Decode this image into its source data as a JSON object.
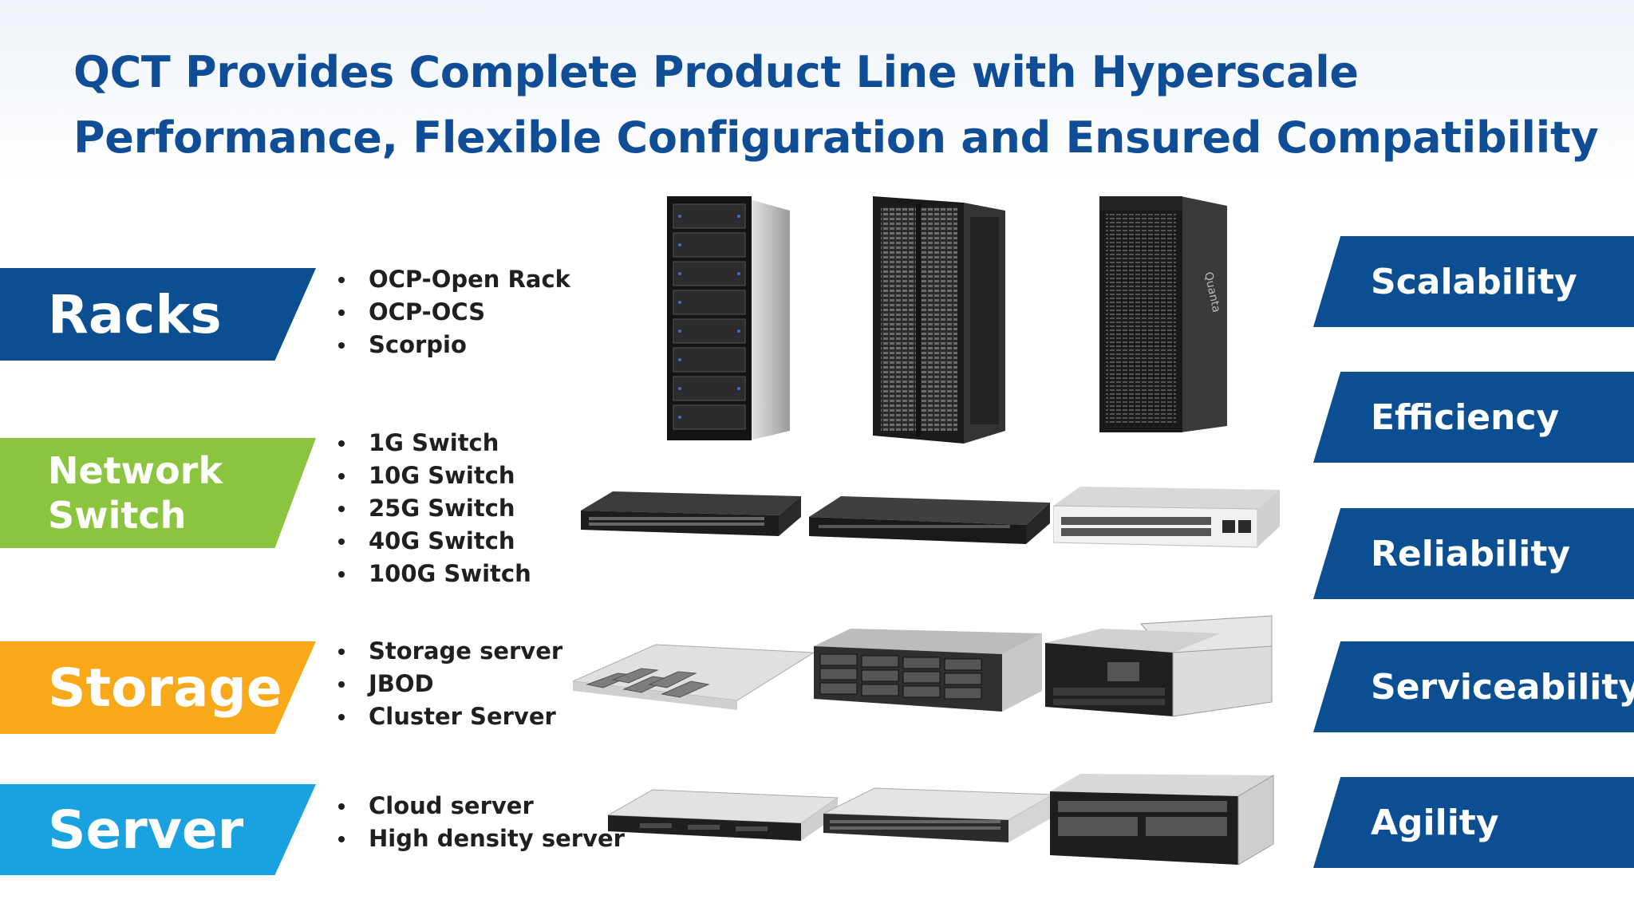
{
  "title": {
    "line1": "QCT Provides Complete Product Line with Hyperscale",
    "line2": "Performance, Flexible Configuration and Ensured Compatibility"
  },
  "categories": [
    {
      "label": "Racks",
      "color": "#0b4f92",
      "items": [
        "OCP-Open Rack",
        "OCP-OCS",
        "Scorpio"
      ]
    },
    {
      "label_line1": "Network",
      "label_line2": "Switch",
      "color": "#8bc53f",
      "items": [
        "1G Switch",
        "10G Switch",
        "25G Switch",
        "40G Switch",
        "100G Switch"
      ]
    },
    {
      "label": "Storage",
      "color": "#f9a81a",
      "items": [
        "Storage server",
        "JBOD",
        "Cluster Server"
      ]
    },
    {
      "label": "Server",
      "color": "#19a1e0",
      "items": [
        "Cloud server",
        "High density server"
      ]
    }
  ],
  "qualities": [
    "Scalability",
    "Efficiency",
    "Reliability",
    "Serviceability",
    "Agility"
  ],
  "product_images": [
    {
      "icon": "open-rack-image"
    },
    {
      "icon": "ocs-rack-image"
    },
    {
      "icon": "scorpio-rack-image",
      "brand_text": "Quanta"
    },
    {
      "icon": "1g-switch-image"
    },
    {
      "icon": "10g-switch-image"
    },
    {
      "icon": "100g-switch-image"
    },
    {
      "icon": "storage-server-image"
    },
    {
      "icon": "jbod-image"
    },
    {
      "icon": "cluster-server-image"
    },
    {
      "icon": "cloud-server-image"
    },
    {
      "icon": "high-density-server-image"
    },
    {
      "icon": "4u-server-image"
    }
  ]
}
